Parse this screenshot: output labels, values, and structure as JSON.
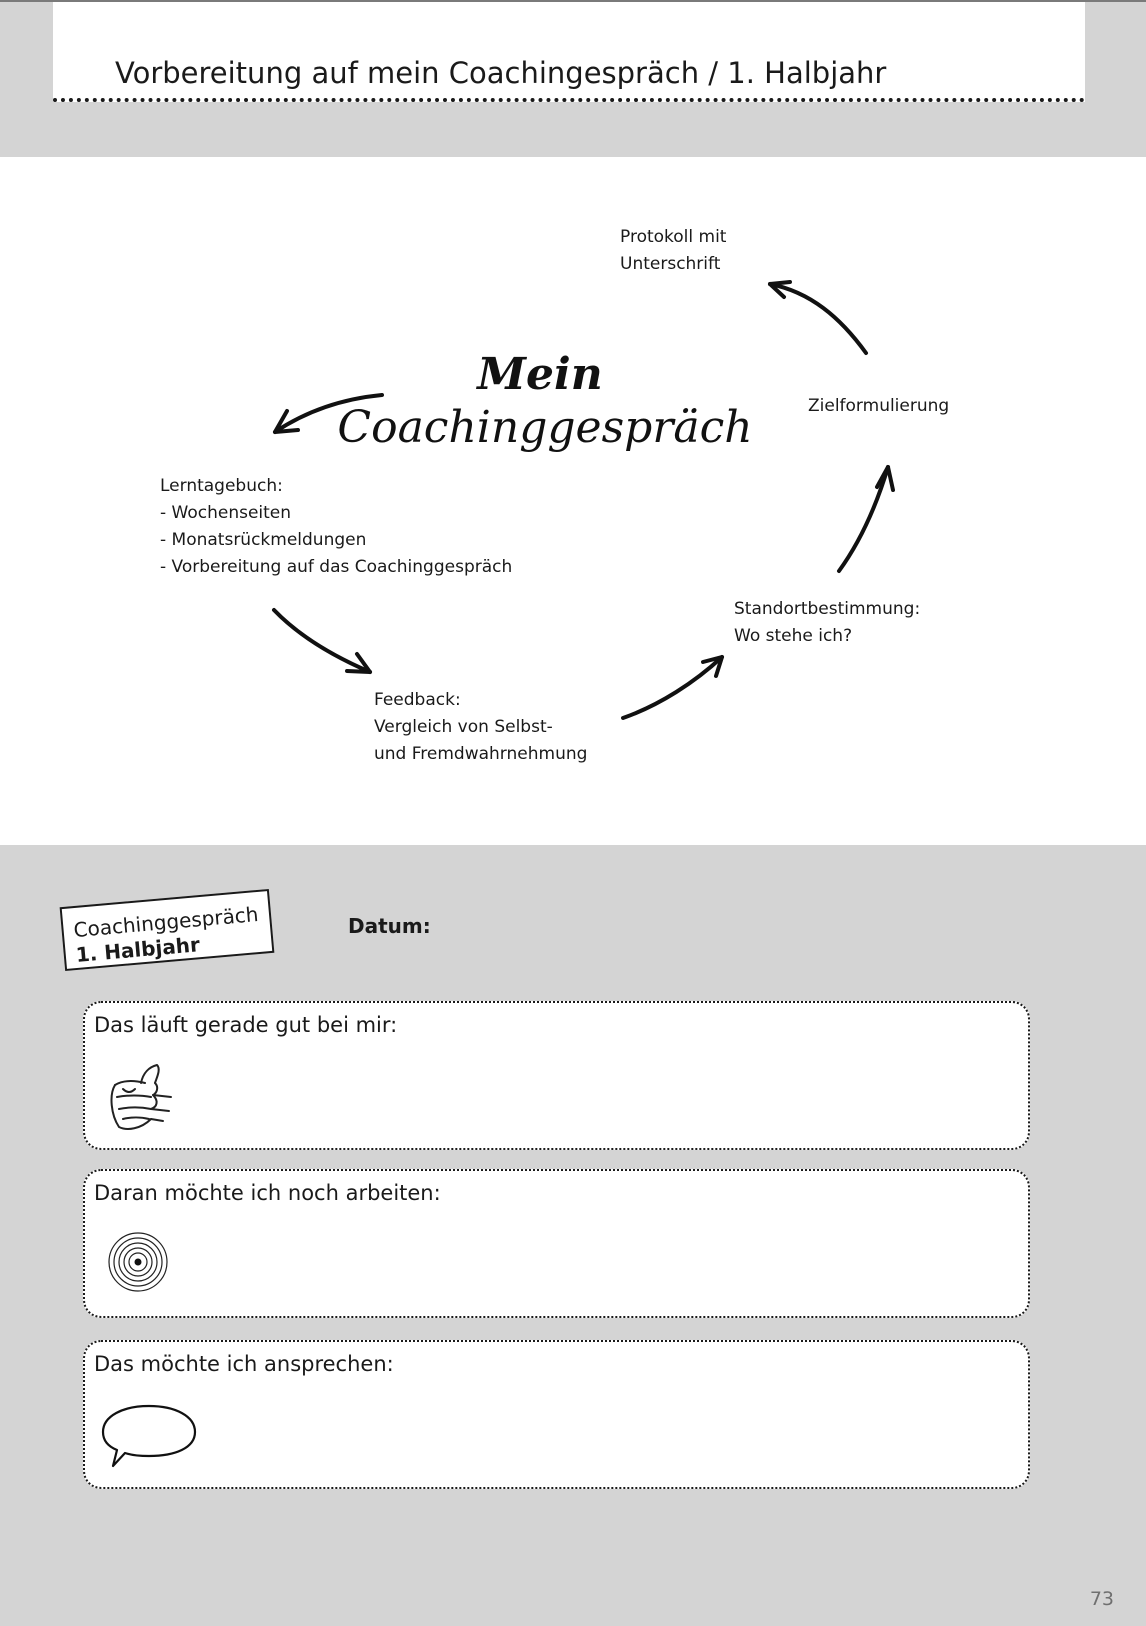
{
  "header": {
    "title": "Vorbereitung auf mein Coachingespräch / 1. Halbjahr"
  },
  "diagram": {
    "center_title": {
      "line1": "Mein",
      "line2": "Coachinggespräch"
    },
    "steps": {
      "protokoll": [
        "Protokoll mit",
        "Unterschrift"
      ],
      "ziel": [
        "Zielformulierung"
      ],
      "lerntagebuch": [
        "Lerntagebuch:",
        "- Wochenseiten",
        "- Monatsrückmeldungen",
        "- Vorbereitung auf das Coachinggespräch"
      ],
      "standort": [
        "Standortbestimmung:",
        "Wo stehe ich?"
      ],
      "feedback": [
        "Feedback:",
        "Vergleich von Selbst-",
        "und Fremdwahrnehmung"
      ]
    }
  },
  "form": {
    "stamp": {
      "line1": "Coachinggespräch",
      "line2": "1. Halbjahr"
    },
    "datum_label": "Datum:",
    "boxes": [
      {
        "label": "Das läuft gerade gut bei mir:",
        "icon": "thumbs-up-icon"
      },
      {
        "label": "Daran möchte ich noch arbeiten:",
        "icon": "target-icon"
      },
      {
        "label": "Das möchte ich ansprechen:",
        "icon": "speech-bubble-icon"
      }
    ]
  },
  "page_number": "73"
}
